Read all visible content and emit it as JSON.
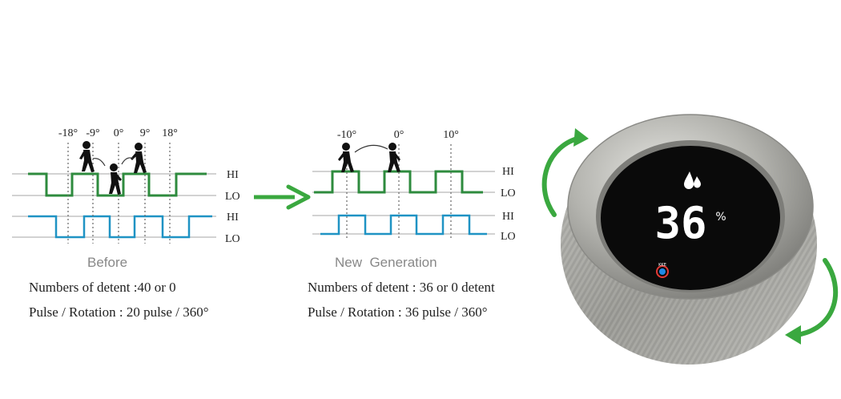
{
  "colors": {
    "green": "#2e8b3e",
    "blue": "#1f93c4",
    "arrow_green": "#3aa83f",
    "grey_line": "#bdbdbd",
    "dashed": "#666666",
    "display_bg": "#0a0a0a",
    "metal": "#a9a9a4"
  },
  "before": {
    "degree_labels": [
      "-18°",
      "-9°",
      "0°",
      "9°",
      "18°"
    ],
    "level_labels": [
      "HI",
      "LO",
      "HI",
      "LO"
    ],
    "caption": "Before",
    "detent_line": "Numbers of detent :40 or 0",
    "pulse_line": "Pulse / Rotation : 20 pulse / 360°"
  },
  "new_generation": {
    "degree_labels": [
      "-10°",
      "0°",
      "10°"
    ],
    "level_labels": [
      "HI",
      "LO",
      "HI",
      "LO"
    ],
    "caption": "New  Generation",
    "detent_line": "Numbers of detent : 36 or 0 detent",
    "pulse_line": "Pulse / Rotation : 36 pulse / 360°"
  },
  "knob": {
    "display_value": "36",
    "display_unit": "%",
    "icon": "water-drop-icon",
    "logo_text": "KKE"
  }
}
